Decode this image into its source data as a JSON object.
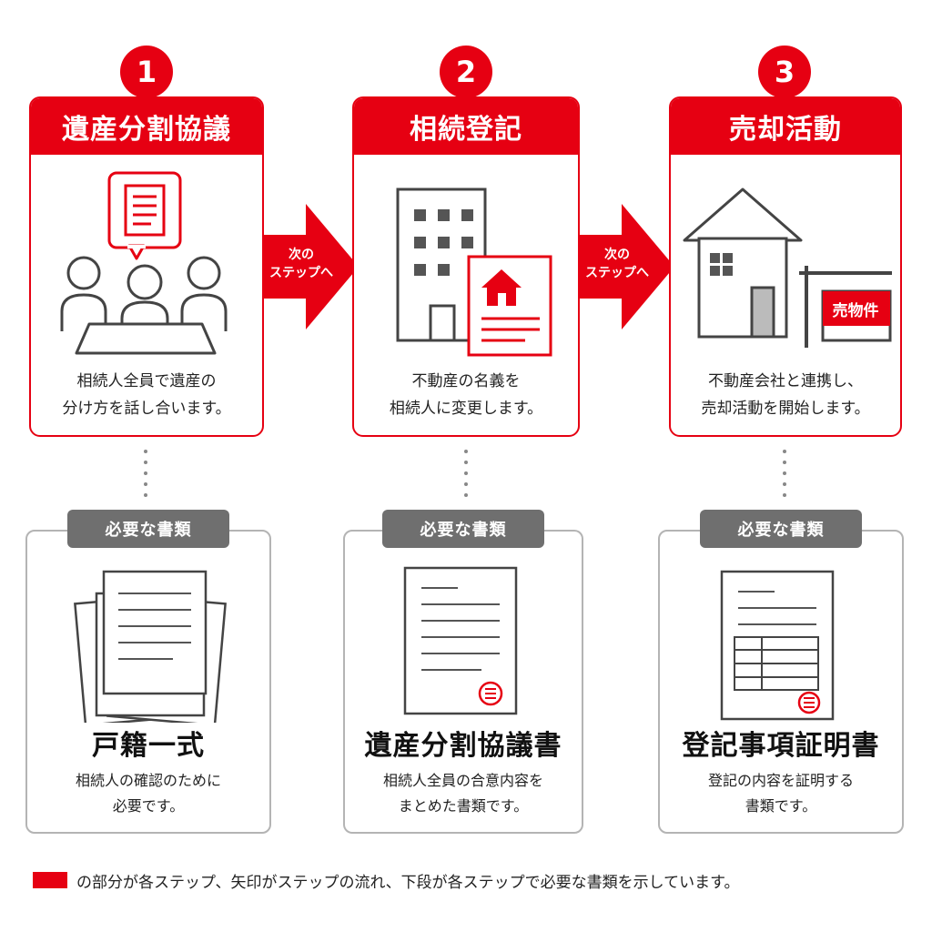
{
  "colors": {
    "accent": "#e60012",
    "label_gray": "#6f6f6f",
    "border_gray": "#b4b4b4"
  },
  "steps": [
    {
      "number": "1",
      "title": "遺産分割協議",
      "description": "相続人全員で遺産の\n分け方を話し合います。",
      "icon": "meeting-icon"
    },
    {
      "number": "2",
      "title": "相続登記",
      "description": "不動産の名義を\n相続人に変更します。",
      "icon": "building-registration-icon"
    },
    {
      "number": "3",
      "title": "売却活動",
      "description": "不動産会社と連携し、\n売却活動を開始します。",
      "icon": "house-for-sale-icon",
      "sign_text": "売物件"
    }
  ],
  "arrows": [
    {
      "label": "次の\nステップへ"
    },
    {
      "label": "次の\nステップへ"
    }
  ],
  "documents": [
    {
      "label": "必要な書類",
      "title": "戸籍一式",
      "description": "相続人の確認のために\n必要です。",
      "icon": "document-stack-icon"
    },
    {
      "label": "必要な書類",
      "title": "遺産分割協議書",
      "description": "相続人全員の合意内容を\nまとめた書類です。",
      "icon": "stamped-document-icon"
    },
    {
      "label": "必要な書類",
      "title": "登記事項証明書",
      "description": "登記の内容を証明する\n書類です。",
      "icon": "certificate-document-icon"
    }
  ],
  "legend": {
    "text": "の部分が各ステップ、矢印がステップの流れ、下段が各ステップで必要な書類を示しています。"
  }
}
